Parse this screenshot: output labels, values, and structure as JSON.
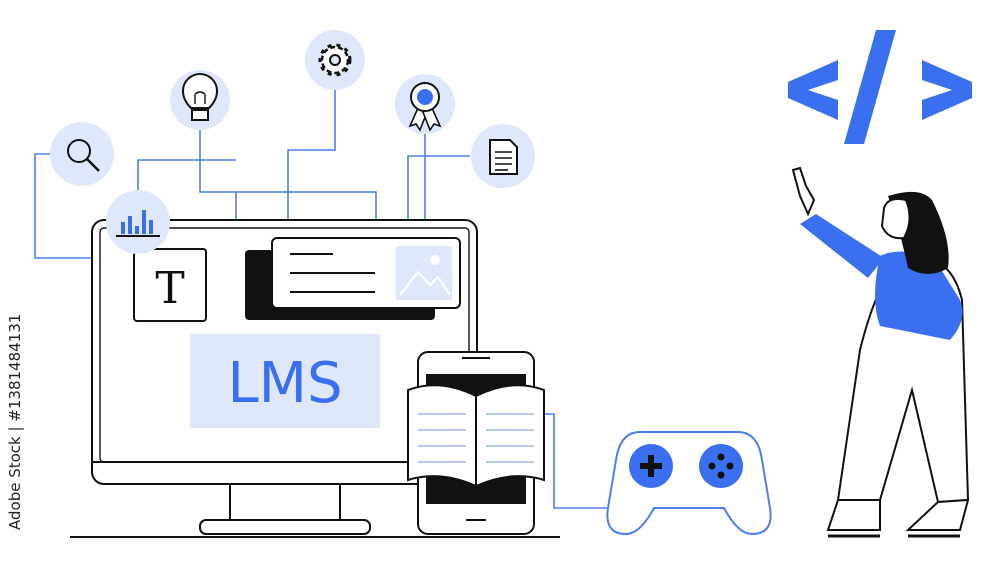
{
  "screen": {
    "label": "LMS",
    "text_block_letter": "T"
  },
  "code_symbol": "</>",
  "watermark": "Adobe Stock | #1381484131",
  "colors": {
    "accent": "#3a6ff0",
    "accent_light": "#dfe8fb",
    "line": "#111111",
    "connector": "#4a7ff0"
  },
  "icons": [
    "search-icon",
    "bar-chart-icon",
    "lightbulb-icon",
    "gear-icon",
    "award-ribbon-icon",
    "document-icon",
    "image-icon",
    "gamepad-icon",
    "open-book-icon",
    "code-symbol-icon"
  ]
}
